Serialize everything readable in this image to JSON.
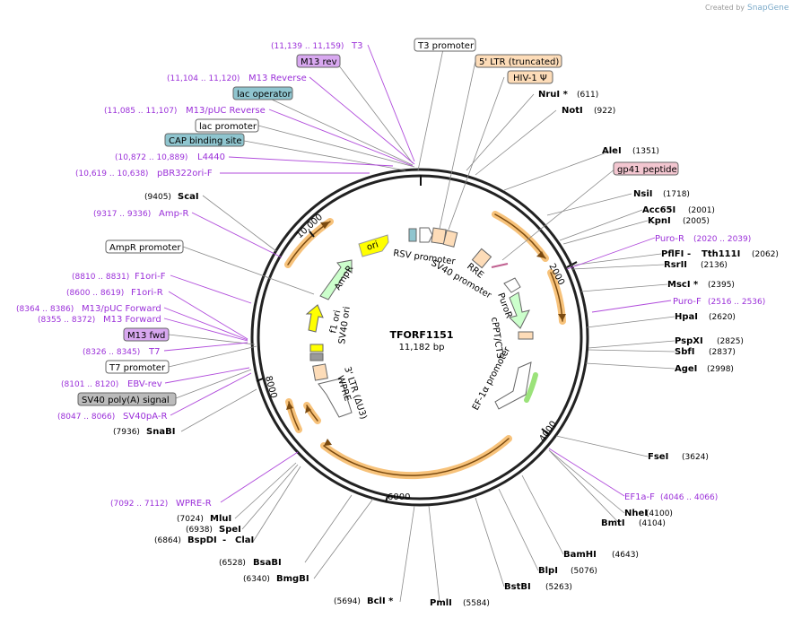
{
  "credit": {
    "prefix": "Created by",
    "brand": "SnapGene"
  },
  "plasmid": {
    "name": "TFORF1151",
    "length": "11,182 bp"
  },
  "ticks": {
    "t2000": "2000",
    "t4000": "4000",
    "t6000": "6000",
    "t8000": "8000",
    "t10000": "10,000"
  },
  "boxed_labels": {
    "t3_promoter": "T3 promoter",
    "m13_rev": "M13 rev",
    "ltr5": "5' LTR (truncated)",
    "hiv_psi": "HIV-1 Ψ",
    "lac_operator": "lac operator",
    "lac_promoter": "lac promoter",
    "cap_site": "CAP binding site",
    "gp41": "gp41 peptide",
    "ampr_promoter": "AmpR promoter",
    "m13_fwd": "M13 fwd",
    "t7_promoter": "T7 promoter",
    "sv40_polya": "SV40 poly(A) signal"
  },
  "primers": {
    "t3": {
      "coords": "(11,139 .. 11,159)",
      "name": "T3"
    },
    "m13_reverse": {
      "coords": "(11,104 .. 11,120)",
      "name": "M13 Reverse"
    },
    "m13puc_reverse": {
      "coords": "(11,085 .. 11,107)",
      "name": "M13/pUC Reverse"
    },
    "l4440": {
      "coords": "(10,872 .. 10,889)",
      "name": "L4440"
    },
    "pbr322ori": {
      "coords": "(10,619 .. 10,638)",
      "name": "pBR322ori-F"
    },
    "ampr": {
      "coords": "(9317 .. 9336)",
      "name": "Amp-R"
    },
    "f1ori_f": {
      "coords": "(8810 .. 8831)",
      "name": "F1ori-F"
    },
    "f1ori_r": {
      "coords": "(8600 .. 8619)",
      "name": "F1ori-R"
    },
    "m13puc_forward": {
      "coords": "(8364 .. 8386)",
      "name": "M13/pUC Forward"
    },
    "m13_forward": {
      "coords": "(8355 .. 8372)",
      "name": "M13 Forward"
    },
    "t7": {
      "coords": "(8326 .. 8345)",
      "name": "T7"
    },
    "ebv_rev": {
      "coords": "(8101 .. 8120)",
      "name": "EBV-rev"
    },
    "sv40pa_r": {
      "coords": "(8047 .. 8066)",
      "name": "SV40pA-R"
    },
    "wpre_r": {
      "coords": "(7092 .. 7112)",
      "name": "WPRE-R"
    },
    "puro_r": {
      "name": "Puro-R",
      "coords": "(2020 .. 2039)"
    },
    "puro_f": {
      "name": "Puro-F",
      "coords": "(2516 .. 2536)"
    },
    "ef1a_f": {
      "name": "EF1a-F",
      "coords": "(4046 .. 4066)"
    }
  },
  "enzymes_right": [
    {
      "name": "NruI *",
      "pos": "(611)"
    },
    {
      "name": "NotI",
      "pos": "(922)"
    },
    {
      "name": "AleI",
      "pos": "(1351)"
    },
    {
      "name": "NsiI",
      "pos": "(1718)"
    },
    {
      "name": "Acc65I",
      "pos": "(2001)"
    },
    {
      "name": "KpnI",
      "pos": "(2005)"
    },
    {
      "name": "PflFI",
      "sep": " - ",
      "name2": "Tth111I",
      "pos": "(2062)"
    },
    {
      "name": "RsrII",
      "pos": "(2136)"
    },
    {
      "name": "MscI *",
      "pos": "(2395)"
    },
    {
      "name": "HpaI",
      "pos": "(2620)"
    },
    {
      "name": "PspXI",
      "pos": "(2825)"
    },
    {
      "name": "SbfI",
      "pos": "(2837)"
    },
    {
      "name": "AgeI",
      "pos": "(2998)"
    },
    {
      "name": "FseI",
      "pos": "(3624)"
    },
    {
      "name": "NheI",
      "pos": "(4100)"
    },
    {
      "name": "BmtI",
      "pos": "(4104)"
    },
    {
      "name": "BamHI",
      "pos": "(4643)"
    },
    {
      "name": "BlpI",
      "pos": "(5076)"
    },
    {
      "name": "BstBI",
      "pos": "(5263)"
    },
    {
      "name": "PmlI",
      "pos": "(5584)"
    }
  ],
  "enzymes_left": [
    {
      "pos": "(9405)",
      "name": "ScaI"
    },
    {
      "pos": "(7936)",
      "name": "SnaBI"
    },
    {
      "pos": "(7024)",
      "name": "MluI"
    },
    {
      "pos": "(6938)",
      "name": "SpeI"
    },
    {
      "pos": "(6864)",
      "name": "BspDI",
      "sep": " - ",
      "name2": "ClaI"
    },
    {
      "pos": "(6528)",
      "name": "BsaBI"
    },
    {
      "pos": "(6340)",
      "name": "BmgBI"
    },
    {
      "pos": "(5694)",
      "name": "BclI *"
    }
  ],
  "features_inner": {
    "ori": "ori",
    "ampr": "AmpR",
    "f1ori": "f1 ori",
    "sv40ori": "SV40 ori",
    "rsv": "RSV promoter",
    "rre": "RRE",
    "sv40p": "SV40 promoter",
    "puror": "PuroR",
    "cppt": "cPPT/CTS",
    "ef1a": "EF-1α promoter",
    "ltr3": "3' LTR (ΔU3)",
    "wpre": "WPRE"
  },
  "colors": {
    "primer": "#9b30d9",
    "ori": "#ffff00",
    "ampr": "#ccffcc",
    "promoter": "#ffffff",
    "ltr": "#fddcb8",
    "lac_operator": "#8fc5cf",
    "gp41": "#f3c6d0",
    "m13": "#d8a8f0",
    "orf_arc": "#f7a928",
    "sv40_polya": "#bbbbbb"
  }
}
